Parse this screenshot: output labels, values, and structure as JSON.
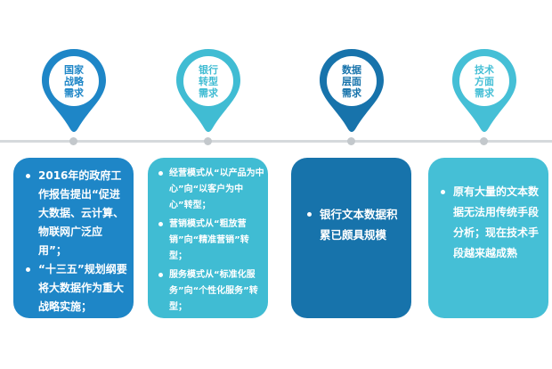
{
  "colors": {
    "dark_blue": "#1e86c7",
    "teal": "#40bcd3",
    "deep_blue": "#1773ab",
    "light_teal": "#45bfd6",
    "timeline": "#d5d9dc"
  },
  "columns": [
    {
      "pin_label": "国家\n战略\n需求",
      "bullets": [
        "2016年的政府工作报告提出“促进大数据、云计算、物联网广泛应用”；",
        "“十三五”规划纲要将大数据作为重大战略实施；"
      ]
    },
    {
      "pin_label": "银行\n转型\n需求",
      "bullets": [
        "经营模式从“以产品为中心”向“以客户为中心”转型；",
        "营销模式从“粗放营销”向“精准营销”转型；",
        "服务模式从“标准化服务”向“个性化服务”转型；"
      ]
    },
    {
      "pin_label": "数据\n层面\n需求",
      "bullets": [
        "银行文本数据积累已颇具规模"
      ]
    },
    {
      "pin_label": "技术\n方面\n需求",
      "bullets": [
        "原有大量的文本数据无法用传统手段分析；现在技术手段越来越成熟"
      ]
    }
  ]
}
